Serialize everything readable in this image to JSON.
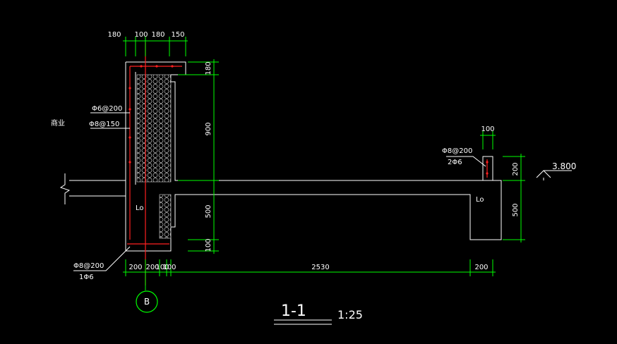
{
  "drawing": {
    "title": "1-1",
    "scale": "1:25",
    "grid_bubble": "B",
    "left_label": "商业",
    "elevation": "3.800",
    "colors": {
      "outline": "#ffffff",
      "dimension": "#00ff00",
      "rebar": "#ff2020",
      "insulation": "#bdbdbd"
    }
  },
  "top_dims": [
    "180",
    "100",
    "180",
    "150"
  ],
  "right_dims_left": [
    "180",
    "900",
    "500",
    "100"
  ],
  "right_dims_right": [
    "200",
    "500"
  ],
  "top_dim_right": "100",
  "bottom_dims": [
    "200",
    "200",
    "100",
    "100",
    "2530",
    "200"
  ],
  "rebar_labels": {
    "left_upper": "Φ6@200",
    "left_lower": "Φ8@150",
    "bottom_1": "Φ8@200",
    "bottom_2": "1Φ6",
    "right_1": "Φ8@200",
    "right_2": "2Φ6"
  },
  "span_labels": {
    "left": "Lo",
    "right": "Lo"
  }
}
